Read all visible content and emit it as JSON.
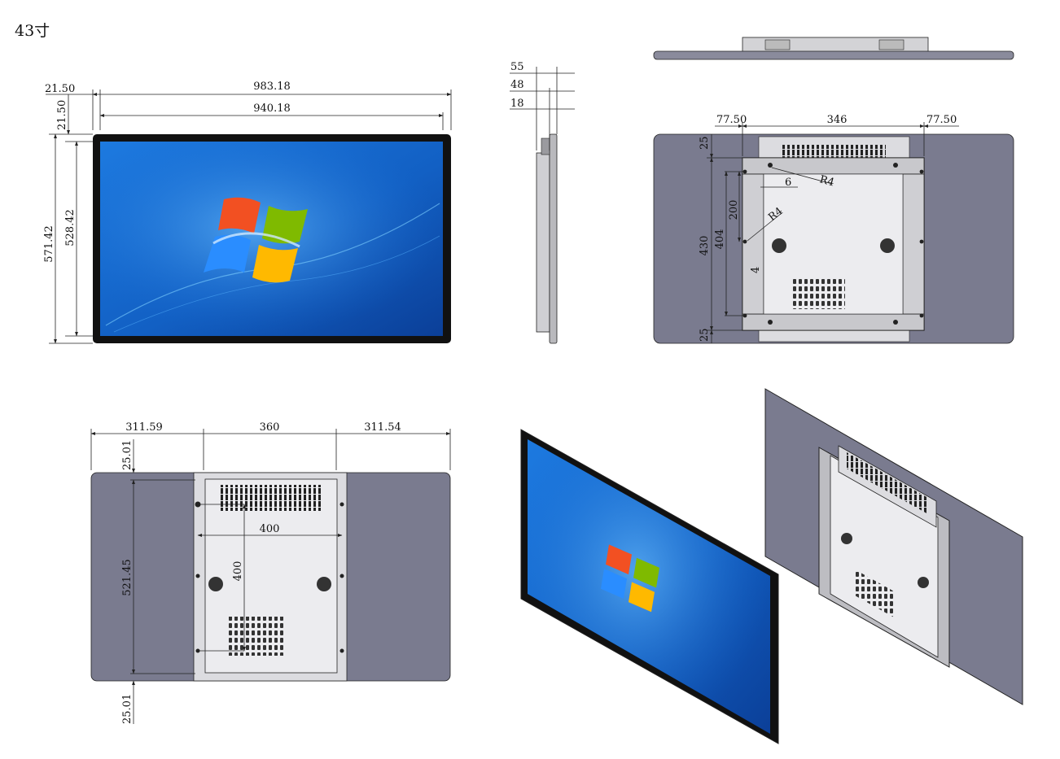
{
  "title": "43寸",
  "front_view": {
    "overall_width": "983.18",
    "screen_width": "940.18",
    "bezel_left": "21.50",
    "bezel_top": "21.50",
    "overall_height": "571.42",
    "screen_height": "528.42"
  },
  "side_view": {
    "depth_total": "55",
    "depth_body": "48",
    "depth_bezel": "18"
  },
  "bracket_view": {
    "left_offset": "77.50",
    "bracket_width": "346",
    "right_offset": "77.50",
    "top_margin": "25",
    "hole_radius_a": "R4",
    "hole_radius_b": "R4",
    "slot_width": "6",
    "upper_pitch": "200",
    "bracket_height": "430",
    "vesa_pitch": "404",
    "slot_depth": "4",
    "bottom_margin": "25"
  },
  "rear_view": {
    "left_panel": "311.59",
    "center_panel": "360",
    "right_panel": "311.54",
    "top_margin": "25.01",
    "vesa_horizontal": "400",
    "vesa_vertical": "400",
    "panel_height": "521.45",
    "bottom_margin": "25.01"
  },
  "colors": {
    "line": "#222222",
    "bezel": "#111111",
    "screen_blue": "#1a6fd6",
    "rear_panel": "#7a7b8f",
    "metal": "#d7d7da"
  }
}
